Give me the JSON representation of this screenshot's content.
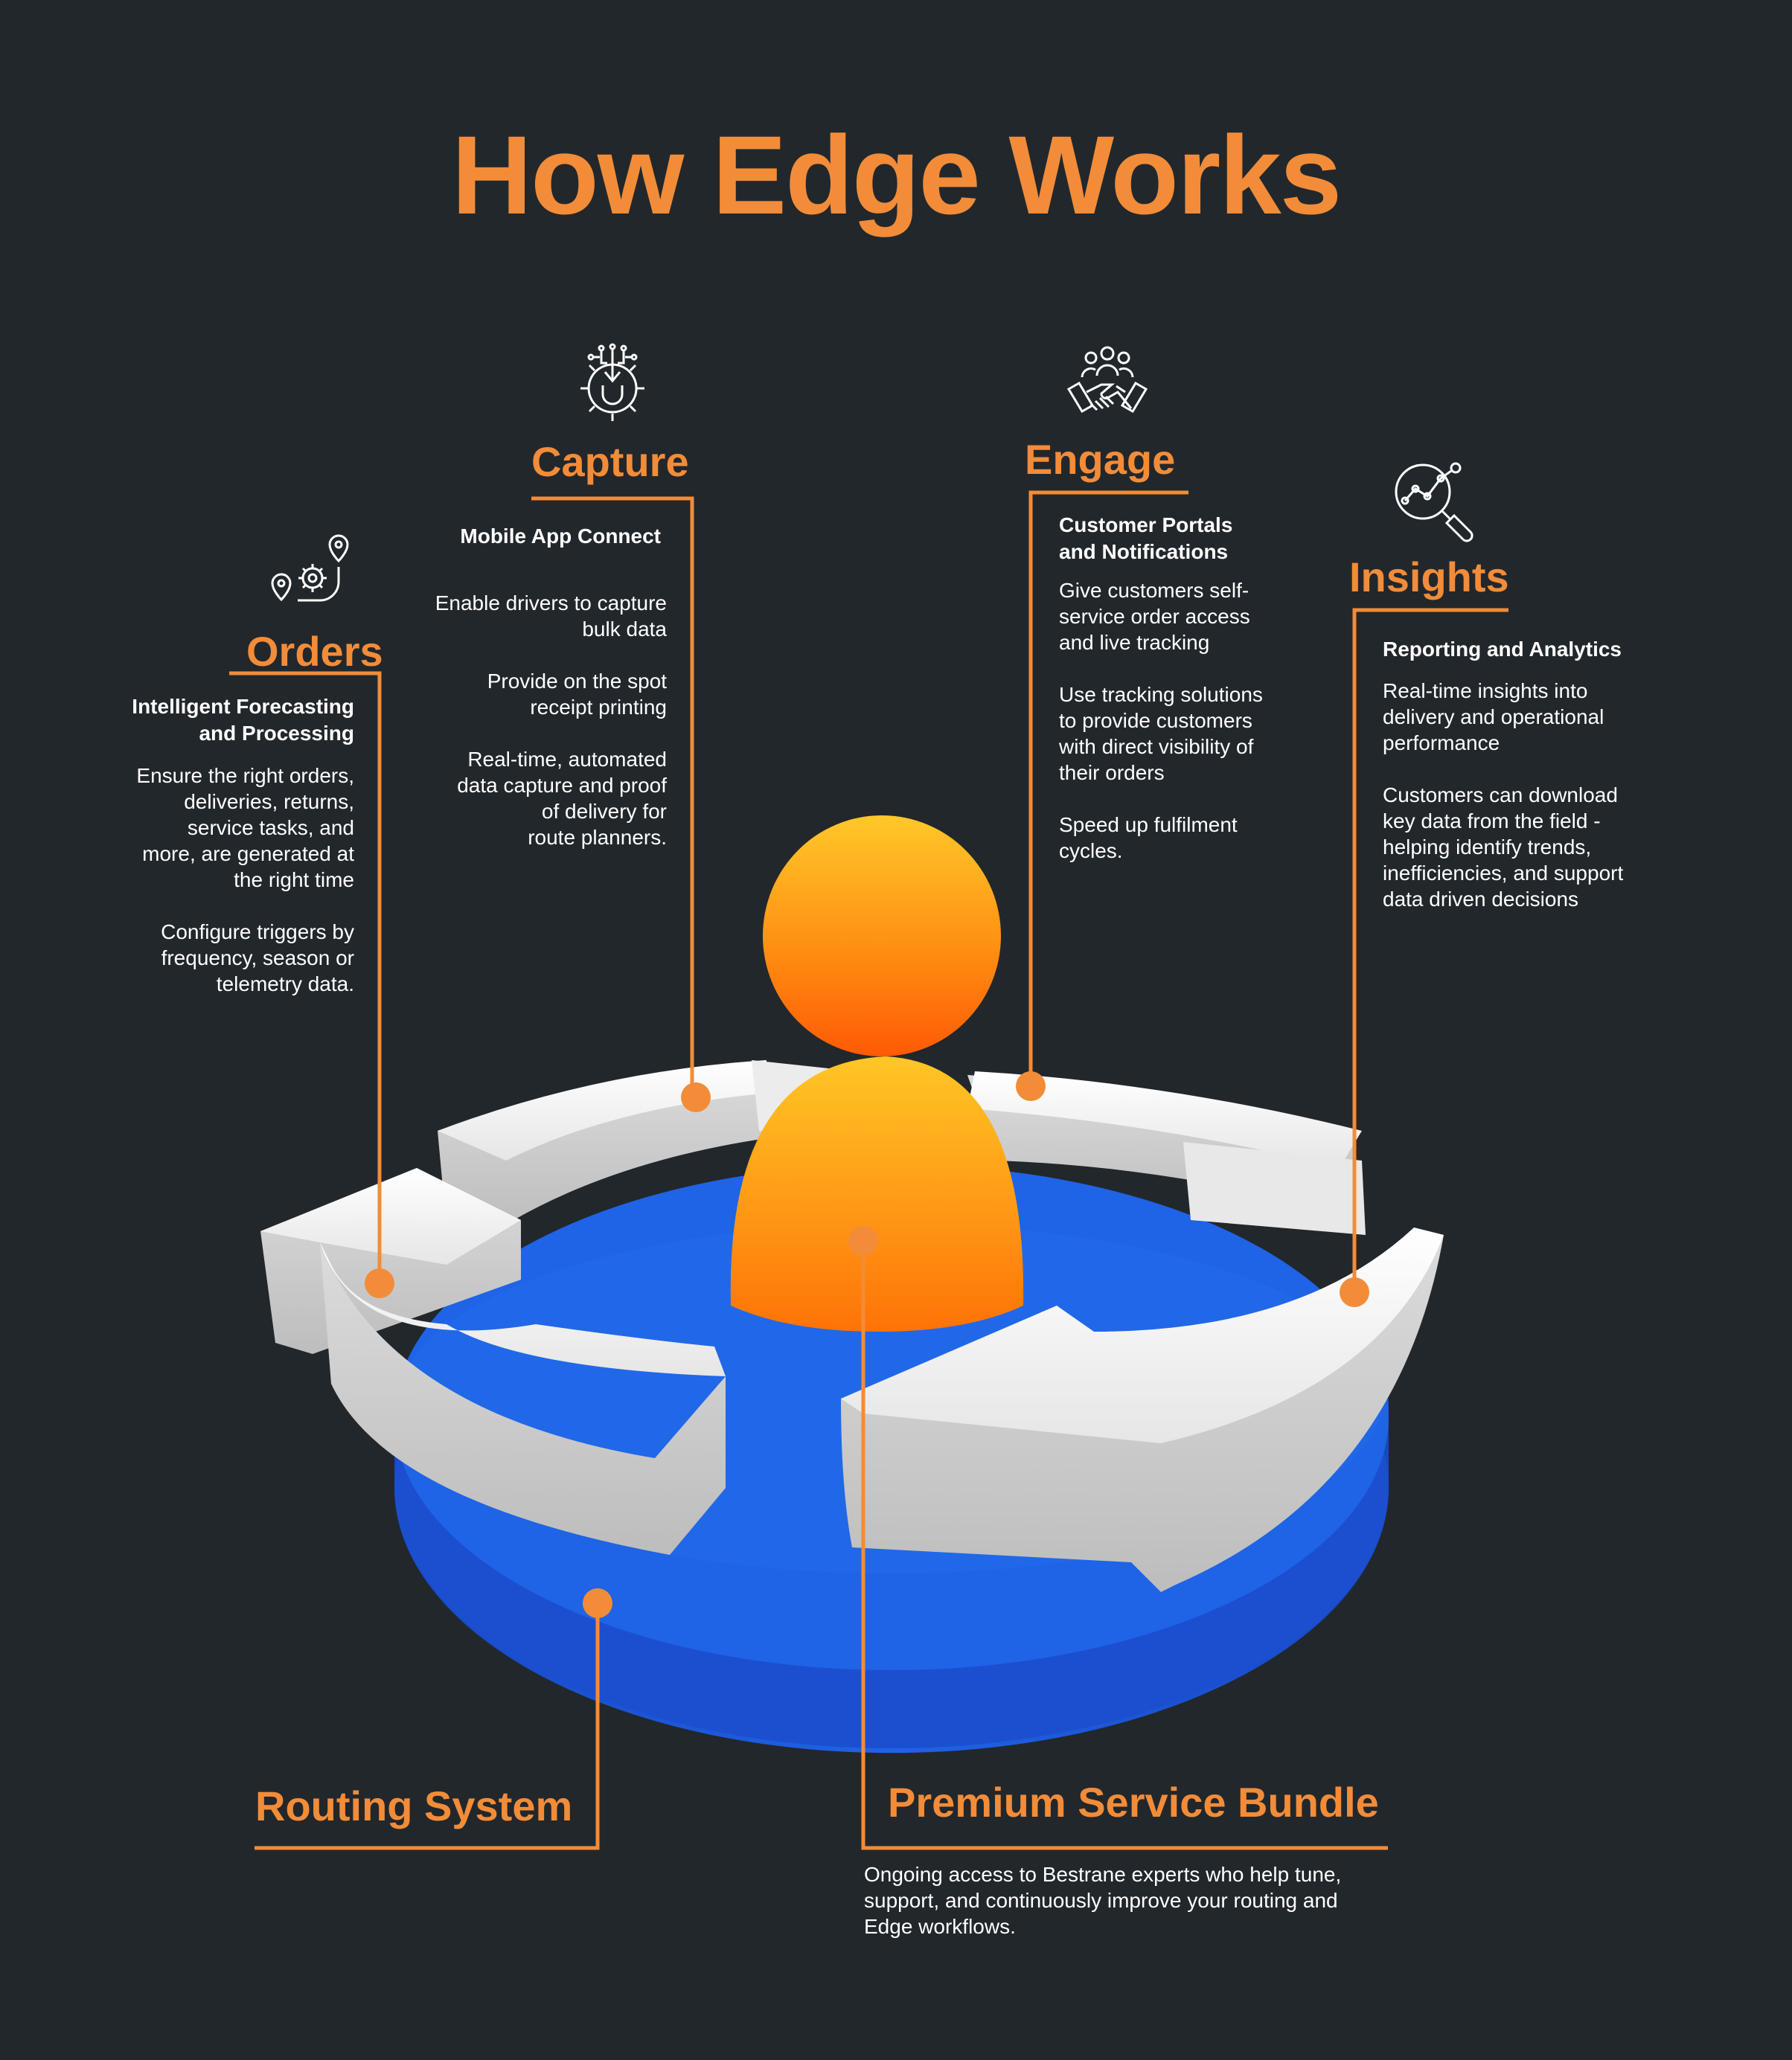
{
  "title": "How Edge Works",
  "colors": {
    "background": "#22272c",
    "accent": "#f28c38",
    "base": "#1d5fe0",
    "arrows": "#f2f2f2",
    "person": "#ff8a0d"
  },
  "sections": {
    "orders": {
      "icon": "location-gear-icon",
      "heading": "Orders",
      "subheading_lines": [
        "Intelligent Forecasting",
        "and Processing"
      ],
      "para1_lines": [
        "Ensure the right orders,",
        "deliveries, returns,",
        "service tasks, and",
        "more, are generated at",
        "the right time"
      ],
      "para2_lines": [
        "Configure triggers by",
        "frequency, season or",
        "telemetry data."
      ]
    },
    "capture": {
      "icon": "circuit-gear-icon",
      "heading": "Capture",
      "subheading": "Mobile App Connect",
      "para1_lines": [
        "Enable drivers to capture",
        "bulk data"
      ],
      "para2_lines": [
        "Provide on the spot",
        "receipt printing"
      ],
      "para3_lines": [
        "Real-time, automated",
        "data capture and proof",
        "of delivery for",
        "route planners."
      ]
    },
    "engage": {
      "icon": "handshake-people-icon",
      "heading": "Engage",
      "subheading_lines": [
        "Customer Portals",
        "and Notifications"
      ],
      "para1_lines": [
        "Give customers self-",
        "service order access",
        "and live tracking"
      ],
      "para2_lines": [
        "Use tracking solutions",
        "to provide customers",
        "with direct visibility of",
        "their orders"
      ],
      "para3_lines": [
        "Speed up fulfilment",
        "cycles."
      ]
    },
    "insights": {
      "icon": "analytics-magnifier-icon",
      "heading": "Insights",
      "subheading": "Reporting and Analytics",
      "para1_lines": [
        "Real-time insights into",
        "delivery and operational",
        "performance"
      ],
      "para2_lines": [
        "Customers can download",
        "key data from the field -",
        "helping identify trends,",
        "inefficiencies, and support",
        "data driven decisions"
      ]
    },
    "routing": {
      "heading": "Routing System"
    },
    "premium": {
      "heading": "Premium Service Bundle",
      "body_lines": [
        "Ongoing access to Bestrane experts who help tune,",
        "support, and continuously improve your routing and",
        "Edge workflows."
      ]
    }
  }
}
